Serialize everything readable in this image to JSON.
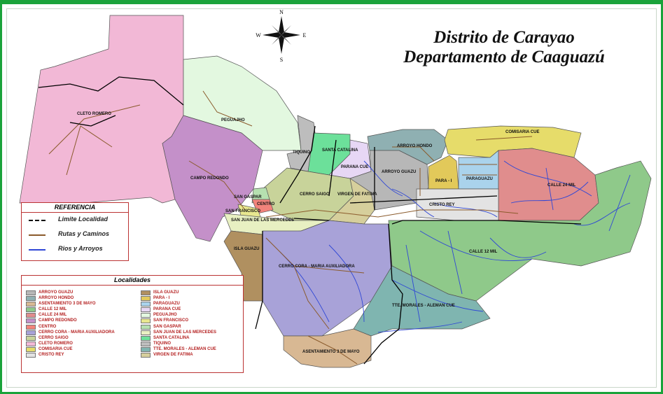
{
  "title": {
    "line1": "Distrito de Carayao",
    "line2": "Departamento de Caaguazú"
  },
  "compass": {
    "n": "N",
    "s": "S",
    "e": "E",
    "w": "W"
  },
  "colors": {
    "frame": "#1aa33a",
    "roads": "#8a5a2b",
    "rivers": "#2f47d6",
    "boundaries": "#000000"
  },
  "referencia": {
    "title": "REFERENCIA",
    "items": [
      {
        "label": "Limite Localidad",
        "style": "dashed",
        "color": "#000000"
      },
      {
        "label": "Rutas y Caminos",
        "style": "solid",
        "color": "#8a5a2b"
      },
      {
        "label": "Rios y Arroyos",
        "style": "solid",
        "color": "#2f47d6"
      }
    ]
  },
  "localidades": {
    "title": "Localidades",
    "left": [
      {
        "name": "ARROYO GUAZU",
        "color": "#b7b7b7"
      },
      {
        "name": "ARROYO HONDO",
        "color": "#8fb0b2"
      },
      {
        "name": "ASENTAMIENTO 3 DE MAYO",
        "color": "#d8b893"
      },
      {
        "name": "CALLE 12 MIL",
        "color": "#8fc98a"
      },
      {
        "name": "CALLE 24 MIL",
        "color": "#e08d8d"
      },
      {
        "name": "CAMPO REDONDO",
        "color": "#c490c9"
      },
      {
        "name": "CENTRO",
        "color": "#f2837b"
      },
      {
        "name": "CERRO CORA - MARIA AUXILIADORA",
        "color": "#a8a2d8"
      },
      {
        "name": "CERRO SAIGO",
        "color": "#c8d39a"
      },
      {
        "name": "CLETO ROMERO",
        "color": "#f2b8d6"
      },
      {
        "name": "COMISARIA CUE",
        "color": "#e6dc6a"
      },
      {
        "name": "CRISTO REY",
        "color": "#e3e3e3"
      }
    ],
    "right": [
      {
        "name": "ISLA GUAZU",
        "color": "#b09060"
      },
      {
        "name": "PARA - I",
        "color": "#e2c95a"
      },
      {
        "name": "PARAGUAZU",
        "color": "#aad3ec"
      },
      {
        "name": "PARANA CUE",
        "color": "#e7d7f5"
      },
      {
        "name": "PEGUAJHO",
        "color": "#e3f8e0"
      },
      {
        "name": "SAN FRANCISCO",
        "color": "#e8e78f"
      },
      {
        "name": "SAN GASPAR",
        "color": "#b6e0b0"
      },
      {
        "name": "SAN JUAN DE LAS MERCEDES",
        "color": "#e8f0c2"
      },
      {
        "name": "SANTA CATALINA",
        "color": "#6ce09a"
      },
      {
        "name": "TIQUINO",
        "color": "#bdbdbd"
      },
      {
        "name": "TTE. MORALES - ALEMAN CUE",
        "color": "#7fb5b0"
      },
      {
        "name": "VIRGEN DE FATIMA",
        "color": "#d6cf9c"
      }
    ]
  },
  "map_labels": {
    "cleto_romero": "CLETO ROMERO",
    "peguajho": "PEGUAJHO",
    "campo_redondo": "CAMPO REDONDO",
    "tiquino": "TIQUINO",
    "santa_catalina": "SANTA CATALINA",
    "parana_cue": "PARANA CUE",
    "arroyo_hondo": "ARROYO HONDO",
    "arroyo_guazu": "ARROYO GUAZU",
    "comisaria_cue": "COMISARIA CUE",
    "para_i": "PARA - I",
    "paraguazu": "PARAGUAZU",
    "calle_24_mil": "CALLE 24 MIL",
    "cerro_saigo": "CERRO SAIGO",
    "virgen_de_fatima": "VIRGEN DE FATIMA",
    "cristo_rey": "CRISTO REY",
    "san_gaspar": "SAN GASPAR",
    "centro": "CENTRO",
    "san_francisco": "SAN FRANCISCO",
    "san_juan": "SAN JUAN DE LAS MERCEDES",
    "isla_guazu": "ISLA GUAZU",
    "calle_12_mil": "CALLE 12 MIL",
    "cerro_cora": "CERRO CORA - MARIA AUXILIADORA",
    "tte_morales": "TTE. MORALES - ALEMAN CUE",
    "asentamiento": "ASENTAMIENTO 3 DE MAYO"
  }
}
